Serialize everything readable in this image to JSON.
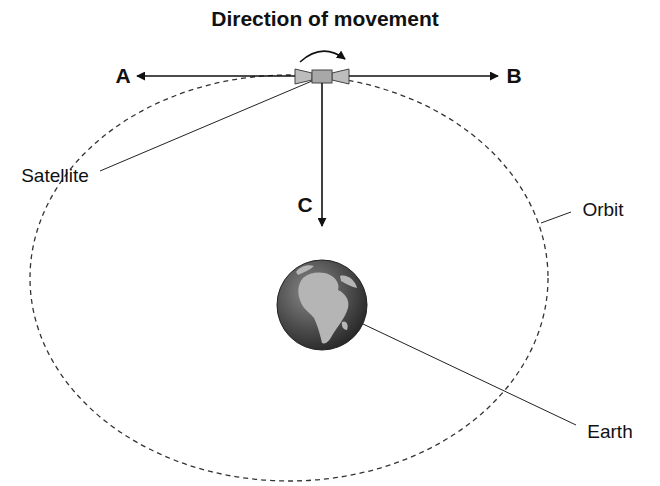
{
  "diagram": {
    "title": "Direction of movement",
    "labels": [
      "A",
      "B",
      "C",
      "Satellite",
      "Orbit",
      "Earth"
    ]
  }
}
